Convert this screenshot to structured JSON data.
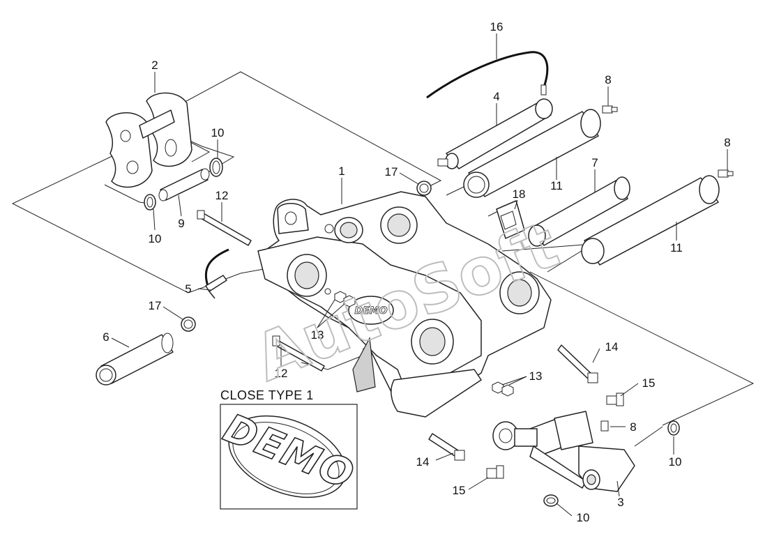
{
  "watermark": "AutoSoft",
  "detail_box": {
    "title": "CLOSE TYPE 1",
    "logo_text": "DEMO"
  },
  "body_logo_text": "DEMO",
  "callouts": [
    {
      "id": "c16",
      "label": "16"
    },
    {
      "id": "c4",
      "label": "4"
    },
    {
      "id": "c8a",
      "label": "8"
    },
    {
      "id": "c8b",
      "label": "8"
    },
    {
      "id": "c2",
      "label": "2"
    },
    {
      "id": "c10a",
      "label": "10"
    },
    {
      "id": "c10b",
      "label": "10"
    },
    {
      "id": "c9",
      "label": "9"
    },
    {
      "id": "c12a",
      "label": "12"
    },
    {
      "id": "c1",
      "label": "1"
    },
    {
      "id": "c17a",
      "label": "17"
    },
    {
      "id": "c11a",
      "label": "11"
    },
    {
      "id": "c7",
      "label": "7"
    },
    {
      "id": "c18",
      "label": "18"
    },
    {
      "id": "c11b",
      "label": "11"
    },
    {
      "id": "c5",
      "label": "5"
    },
    {
      "id": "c17b",
      "label": "17"
    },
    {
      "id": "c13a",
      "label": "13"
    },
    {
      "id": "c6",
      "label": "6"
    },
    {
      "id": "c12b",
      "label": "12"
    },
    {
      "id": "c13b",
      "label": "13"
    },
    {
      "id": "c14a",
      "label": "14"
    },
    {
      "id": "c15a",
      "label": "15"
    },
    {
      "id": "c8c",
      "label": "8"
    },
    {
      "id": "c14b",
      "label": "14"
    },
    {
      "id": "c10c",
      "label": "10"
    },
    {
      "id": "c15b",
      "label": "15"
    },
    {
      "id": "c3",
      "label": "3"
    },
    {
      "id": "c10d",
      "label": "10"
    }
  ]
}
